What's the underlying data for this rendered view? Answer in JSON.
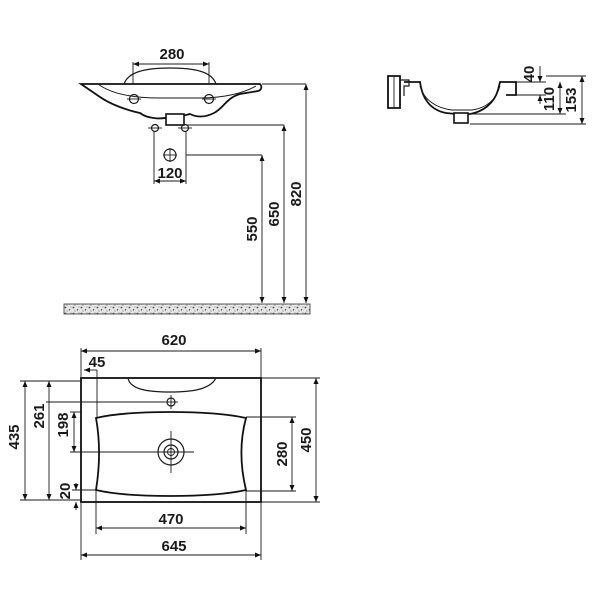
{
  "dimensions": {
    "front_tap_spacing": "280",
    "front_drain_offset": "120",
    "height_550": "550",
    "height_650": "650",
    "height_820": "820",
    "side_40": "40",
    "side_110": "110",
    "side_153": "153",
    "top_620": "620",
    "top_45": "45",
    "top_261": "261",
    "top_198": "198",
    "top_435": "435",
    "top_20": "20",
    "top_280": "280",
    "top_450": "450",
    "top_470": "470",
    "top_645": "645"
  }
}
